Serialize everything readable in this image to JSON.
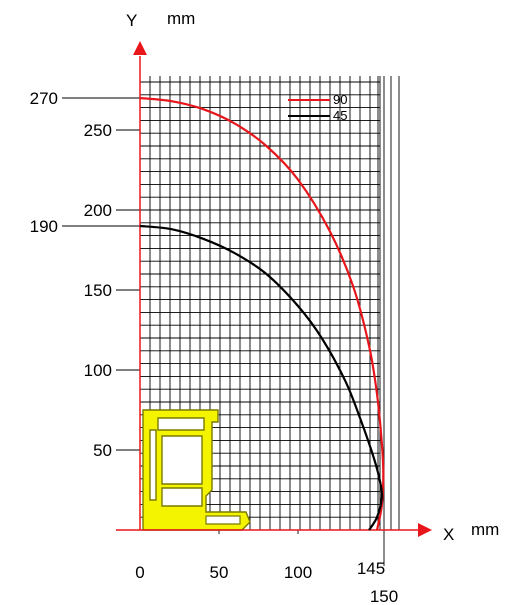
{
  "chart_data": {
    "type": "line",
    "title": "",
    "xlabel": "X",
    "xunit": "mm",
    "ylabel": "Y",
    "yunit": "mm",
    "xlim": [
      0,
      165
    ],
    "ylim": [
      0,
      285
    ],
    "xticks": [
      {
        "value": 0,
        "label": "0"
      },
      {
        "value": 50,
        "label": "50"
      },
      {
        "value": 100,
        "label": "100"
      },
      {
        "value": 145,
        "label": "145"
      },
      {
        "value": 150,
        "label": "150"
      }
    ],
    "yticks": [
      {
        "value": 50,
        "label": "50"
      },
      {
        "value": 100,
        "label": "100"
      },
      {
        "value": 150,
        "label": "150"
      },
      {
        "value": 200,
        "label": "200"
      },
      {
        "value": 250,
        "label": "250"
      }
    ],
    "marked_values": [
      {
        "value": 270,
        "label": "270"
      },
      {
        "value": 190,
        "label": "190"
      }
    ],
    "grid": true,
    "legend_position": "top-right",
    "series": [
      {
        "name": "90",
        "color": "#e8161b",
        "points": [
          [
            0,
            270
          ],
          [
            20,
            268
          ],
          [
            40,
            263
          ],
          [
            60,
            254
          ],
          [
            80,
            240
          ],
          [
            100,
            219
          ],
          [
            120,
            187
          ],
          [
            135,
            152
          ],
          [
            145,
            115
          ],
          [
            150,
            85
          ],
          [
            153,
            55
          ],
          [
            154,
            35
          ],
          [
            153,
            15
          ],
          [
            150,
            0
          ]
        ]
      },
      {
        "name": "45",
        "color": "#000000",
        "points": [
          [
            0,
            190
          ],
          [
            20,
            188
          ],
          [
            40,
            182
          ],
          [
            60,
            173
          ],
          [
            80,
            160
          ],
          [
            100,
            140
          ],
          [
            115,
            120
          ],
          [
            130,
            93
          ],
          [
            140,
            68
          ],
          [
            148,
            45
          ],
          [
            152,
            30
          ],
          [
            153,
            20
          ],
          [
            150,
            8
          ],
          [
            145,
            0
          ]
        ]
      }
    ],
    "colors": {
      "axis": "#e8161b",
      "grid": "#000000",
      "profile_fill": "#f4f400",
      "profile_outline": "#7a7a00"
    }
  }
}
